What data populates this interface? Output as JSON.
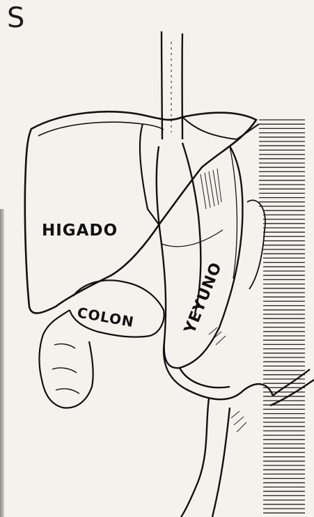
{
  "figure": {
    "panel_letter": "S",
    "labels": {
      "liver": "HIGADO",
      "colon": "COLON",
      "jejunum": "YEYUNO"
    },
    "line_color": "#111111",
    "background_color": "#f3f2ec"
  }
}
